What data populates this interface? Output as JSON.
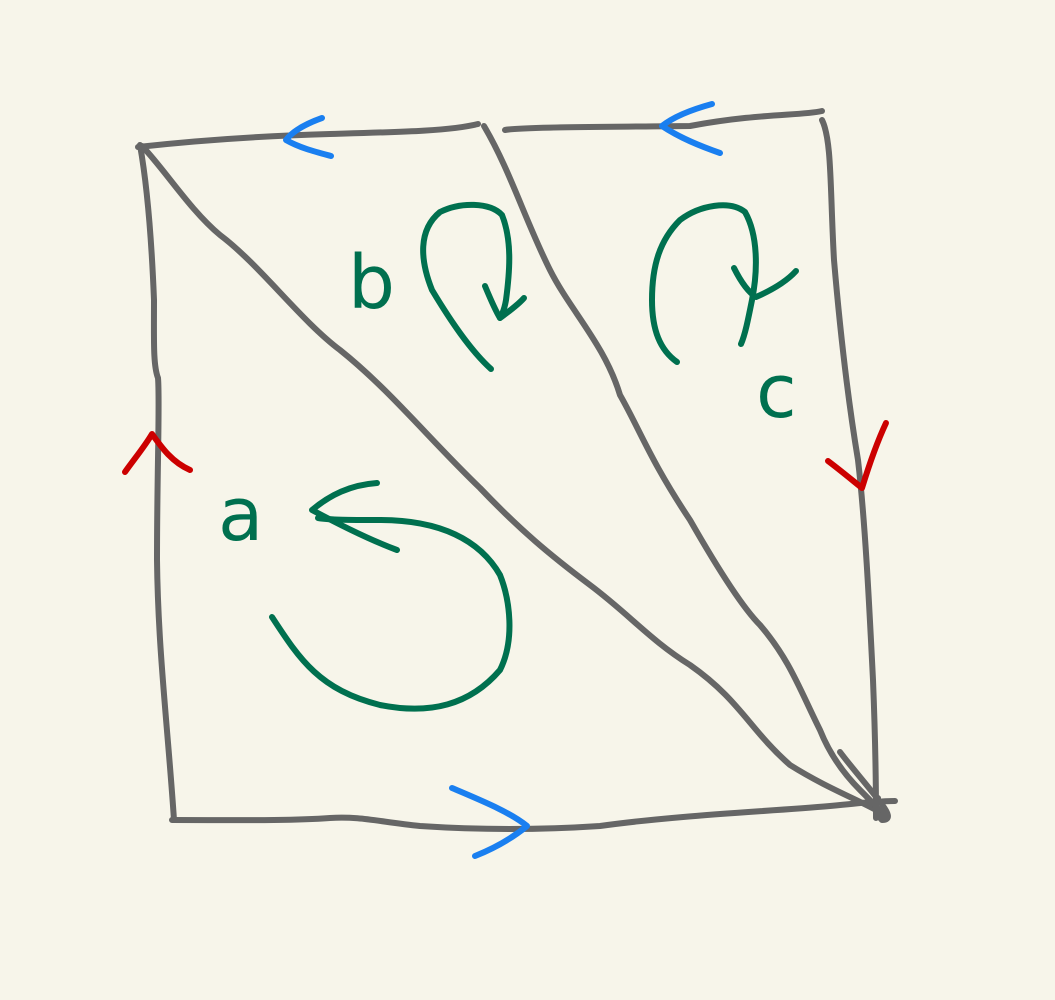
{
  "colors": {
    "background": "#f7f5ea",
    "edge": "#666666",
    "identification_horizontal": "#1a7ff0",
    "identification_vertical": "#cc0000",
    "orientation": "#00704f"
  },
  "labels": {
    "face_a": "a",
    "face_b": "b",
    "face_c": "c"
  }
}
